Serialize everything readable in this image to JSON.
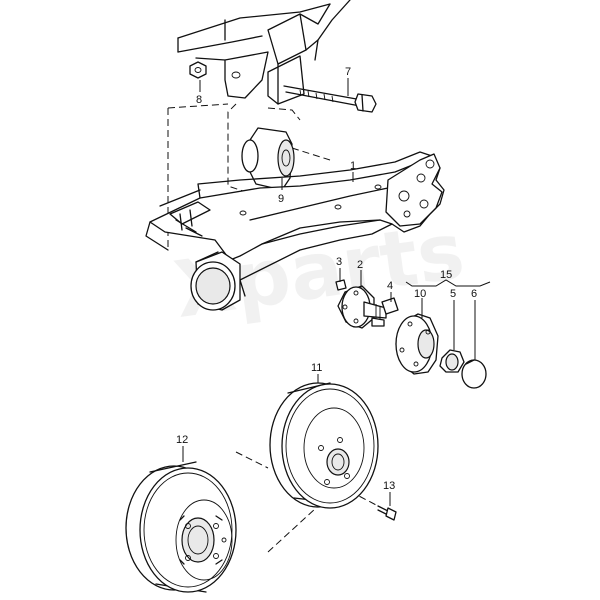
{
  "diagram": {
    "watermark": "Xparts",
    "callouts": {
      "c1": "1",
      "c2": "2",
      "c3": "3",
      "c4": "4",
      "c5": "5",
      "c6": "6",
      "c7": "7",
      "c8": "8",
      "c9": "9",
      "c10": "10",
      "c11": "11",
      "c12": "12",
      "c13": "13",
      "c15": "15"
    },
    "parts": [
      {
        "ref": "1",
        "name": "rear-axle-beam"
      },
      {
        "ref": "2",
        "name": "stub-axle"
      },
      {
        "ref": "3",
        "name": "bolt"
      },
      {
        "ref": "4",
        "name": "bolt"
      },
      {
        "ref": "5",
        "name": "hub-nut"
      },
      {
        "ref": "6",
        "name": "hub-cap"
      },
      {
        "ref": "7",
        "name": "mounting-bolt"
      },
      {
        "ref": "8",
        "name": "nut"
      },
      {
        "ref": "9",
        "name": "rubber-bushing"
      },
      {
        "ref": "10",
        "name": "wheel-hub"
      },
      {
        "ref": "11",
        "name": "brake-drum"
      },
      {
        "ref": "12",
        "name": "brake-disc"
      },
      {
        "ref": "13",
        "name": "screw"
      },
      {
        "ref": "15",
        "name": "wheel-bearing-kit"
      }
    ]
  }
}
